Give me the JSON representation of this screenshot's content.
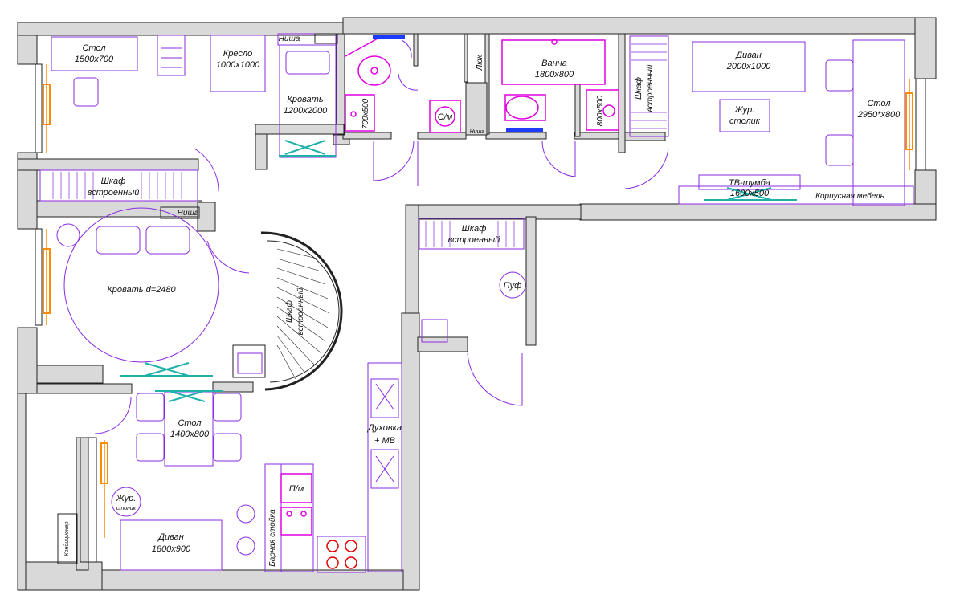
{
  "labels": {
    "desk_bedroom": "Стол",
    "desk_bedroom_size": "1500x700",
    "armchair": "Кресло",
    "armchair_size": "1000x1000",
    "niche_top": "Ниша",
    "bed": "Кровать",
    "bed_size": "1200x2000",
    "hatch": "Люк",
    "bath": "Ванна",
    "bath_size": "1800x800",
    "washer": "С/м",
    "shower1": "700x500",
    "shower2": "800x500",
    "niche_bath": "Ниша",
    "wardrobe_top": "Шкаф",
    "wardrobe_top2": "встроенный",
    "sofa_right": "Диван",
    "sofa_right_size": "2000x1000",
    "coffee_table": "Жур.",
    "coffee_table2": "столик",
    "table_right": "Стол",
    "table_right_size": "2950*x800",
    "tv_stand": "ТВ-тумба",
    "tv_stand_size": "1600x500",
    "cabinet_furniture": "Корпусная мебель",
    "wardrobe_left": "Шкаф",
    "wardrobe_left2": "встроенный",
    "niche_left": "Ниша",
    "round_bed": "Кровать d=2480",
    "wardrobe_curve": "Шкаф",
    "wardrobe_curve2": "встроенный",
    "wardrobe_hall": "Шкаф",
    "wardrobe_hall2": "встроенный",
    "pouf": "Пуф",
    "dining_table": "Стол",
    "dining_table_size": "1400x800",
    "oven": "Духовка",
    "oven2": "+ МВ",
    "dishwasher": "П/м",
    "bar_counter": "Барная стойка",
    "coffee_table_kitchen": "Жур.",
    "coffee_table_kitchen2": "столик",
    "sofa_kitchen": "Диван",
    "sofa_kitchen_size": "1800x900",
    "air_conditioner": "Кондиционер"
  },
  "colors": {
    "wall_fill": "#d9d9d9",
    "wall_stroke": "#222222",
    "furniture": "#8a2be2",
    "plumbing": "#e000e0",
    "window_orange": "#ff8c00",
    "window_teal": "#20b2aa",
    "blue_accent": "#1e3cff"
  }
}
